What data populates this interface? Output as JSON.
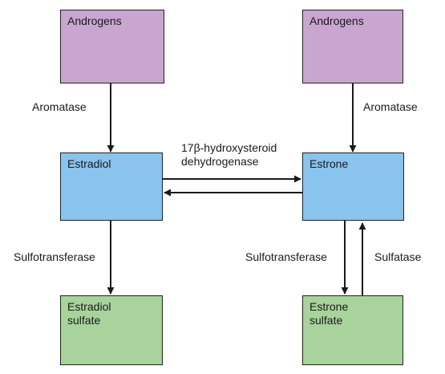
{
  "colors": {
    "androgen_fill": "#c9a6d0",
    "estrogen_fill": "#88c4ee",
    "sulfate_fill": "#a8d39c",
    "stroke": "#1a1a1a"
  },
  "nodes": {
    "androgens_left": "Androgens",
    "androgens_right": "Androgens",
    "estradiol": "Estradiol",
    "estrone": "Estrone",
    "estradiol_sulfate": "Estradiol\nsulfate",
    "estrone_sulfate": "Estrone\nsulfate"
  },
  "edges": {
    "aromatase_left": "Aromatase",
    "aromatase_right": "Aromatase",
    "hsd17b": "17β-hydroxysteroid\ndehydrogenase",
    "sulfotransferase_left": "Sulfotransferase",
    "sulfotransferase_right": "Sulfotransferase",
    "sulfatase": "Sulfatase"
  }
}
